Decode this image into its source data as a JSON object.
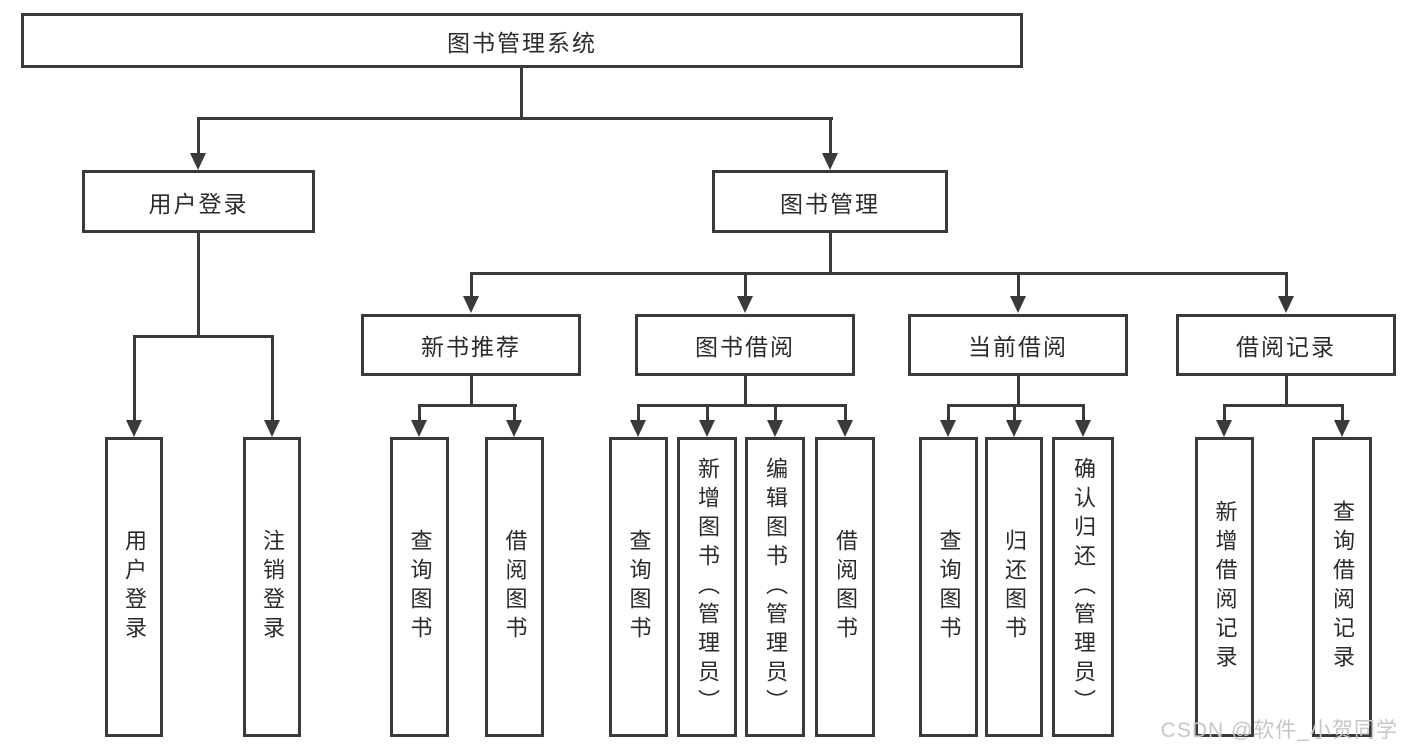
{
  "diagram": {
    "root": {
      "label": "图书管理系统"
    },
    "level2": [
      {
        "label": "用户登录"
      },
      {
        "label": "图书管理"
      }
    ],
    "level3": [
      {
        "label": "新书推荐"
      },
      {
        "label": "图书借阅"
      },
      {
        "label": "当前借阅"
      },
      {
        "label": "借阅记录"
      }
    ],
    "leaves": {
      "user_login": [
        {
          "label": "用户登录"
        },
        {
          "label": "注销登录"
        }
      ],
      "new_books": [
        {
          "label": "查询图书"
        },
        {
          "label": "借阅图书"
        }
      ],
      "book_borrow": [
        {
          "label": "查询图书"
        },
        {
          "label": "新增图书（管理员）"
        },
        {
          "label": "编辑图书（管理员）"
        },
        {
          "label": "借阅图书"
        }
      ],
      "current_borrow": [
        {
          "label": "查询图书"
        },
        {
          "label": "归还图书"
        },
        {
          "label": "确认归还（管理员）"
        }
      ],
      "borrow_records": [
        {
          "label": "新增借阅记录"
        },
        {
          "label": "查询借阅记录"
        }
      ]
    }
  },
  "watermark": {
    "text": "CSDN @软件_小贺同学"
  },
  "colors": {
    "line": "#3a3a3a",
    "box_border": "#3a3a3a",
    "box_fill": "#ffffff",
    "text": "#2b2b2b",
    "watermark": "#c6c6c6",
    "background": "#ffffff"
  }
}
